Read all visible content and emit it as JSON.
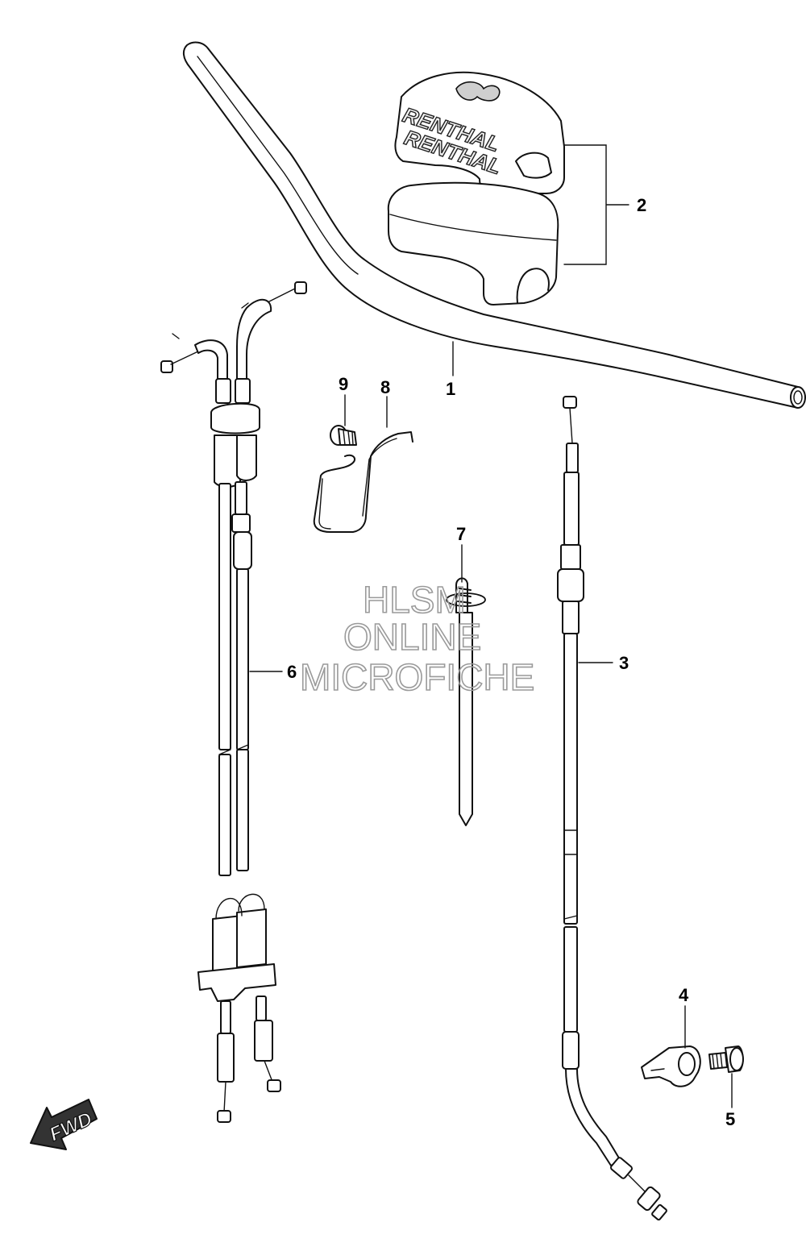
{
  "callouts": [
    {
      "id": "1",
      "label": "1"
    },
    {
      "id": "2",
      "label": "2"
    },
    {
      "id": "3",
      "label": "3"
    },
    {
      "id": "4",
      "label": "4"
    },
    {
      "id": "5",
      "label": "5"
    },
    {
      "id": "6",
      "label": "6"
    },
    {
      "id": "7",
      "label": "7"
    },
    {
      "id": "8",
      "label": "8"
    },
    {
      "id": "9",
      "label": "9"
    }
  ],
  "brand_text": [
    "RENTHAL",
    "RENTHAL"
  ],
  "watermark": [
    "HLSM",
    "ONLINE",
    "MICROFICHE"
  ],
  "fwd_label": "FWD"
}
